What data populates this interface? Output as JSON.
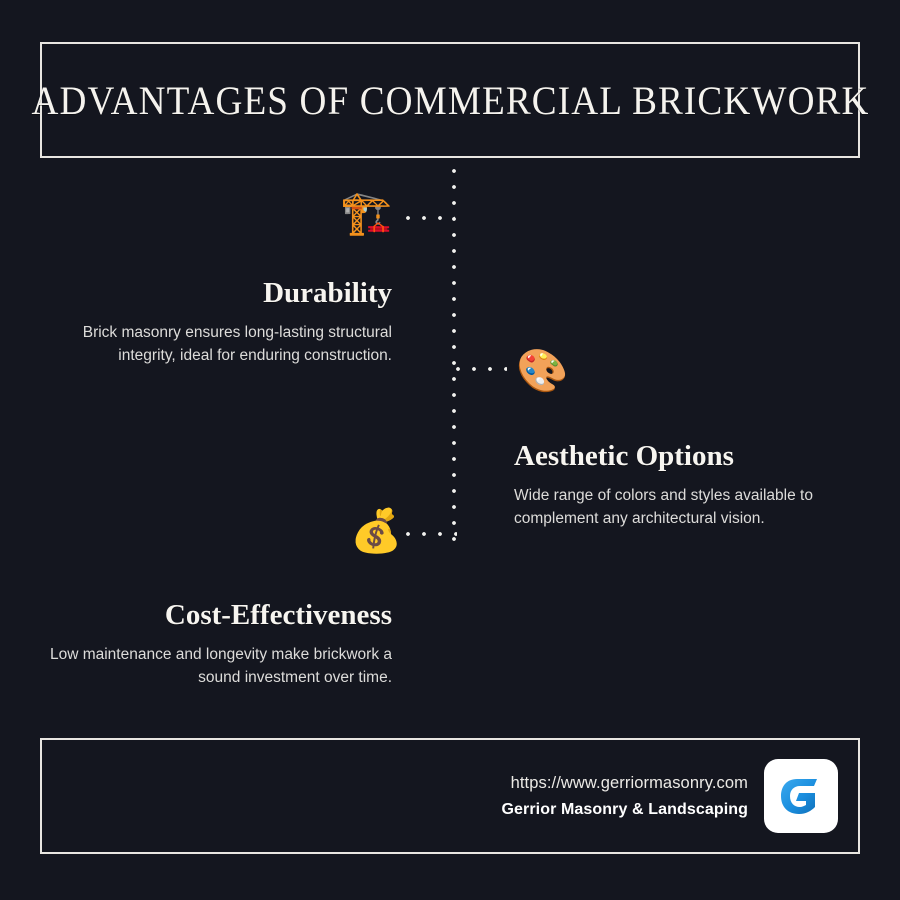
{
  "page": {
    "background_color": "#14161f",
    "border_color": "#e8e6e1",
    "heading_color": "#f7f5f0",
    "body_text_color": "#dddcda"
  },
  "header": {
    "title": "ADVANTAGES OF COMMERCIAL BRICKWORK"
  },
  "items": [
    {
      "icon": "🏗️",
      "icon_name": "construction-crane-icon",
      "heading": "Durability",
      "body": "Brick masonry ensures long-lasting structural integrity, ideal for enduring construction."
    },
    {
      "icon": "🎨",
      "icon_name": "artist-palette-icon",
      "heading": "Aesthetic Options",
      "body": "Wide range of colors and styles available to complement any architectural vision."
    },
    {
      "icon": "💰",
      "icon_name": "money-bag-icon",
      "heading": "Cost-Effectiveness",
      "body": "Low maintenance and longevity make brickwork a sound investment over time."
    }
  ],
  "footer": {
    "url": "https://www.gerriormasonry.com",
    "brand": "Gerrior Masonry & Landscaping",
    "logo": {
      "letter": "G",
      "background_color": "#ffffff",
      "accent_color": "#1b8ede"
    }
  }
}
